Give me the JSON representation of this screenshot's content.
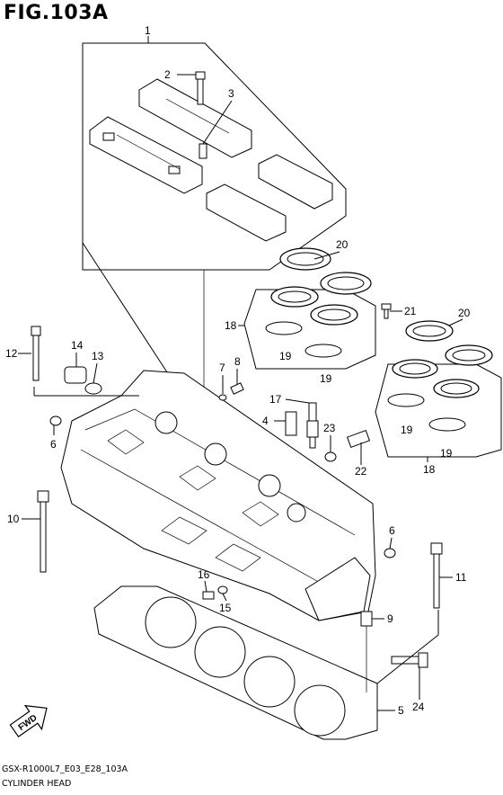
{
  "figure": {
    "title": "FIG.103A",
    "code": "GSX-R1000L7_E03_E28_103A",
    "name": "CYLINDER HEAD",
    "fwd_label": "FWD"
  },
  "callouts": [
    "1",
    "2",
    "3",
    "20",
    "21",
    "20",
    "18",
    "19",
    "19",
    "12",
    "14",
    "13",
    "7",
    "8",
    "17",
    "4",
    "23",
    "19",
    "19",
    "18",
    "22",
    "6",
    "10",
    "6",
    "11",
    "16",
    "15",
    "9",
    "24",
    "5"
  ]
}
